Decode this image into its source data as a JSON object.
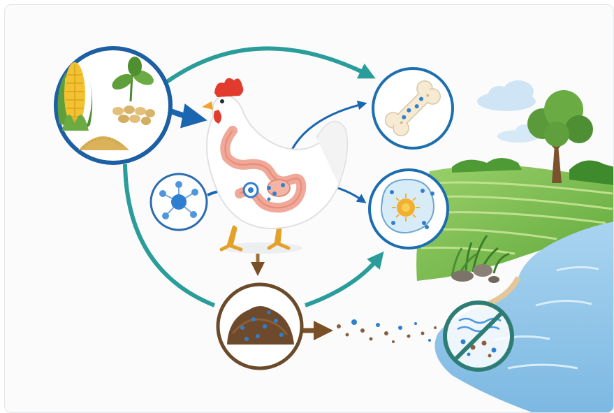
{
  "colors": {
    "feed_ring": "#1d5fa3",
    "bone_ring": "#1d6fae",
    "cell_ring": "#1c6db0",
    "phytase_ring": "#2c6cb0",
    "manure_ring": "#6b4a2a",
    "teal_arrow": "#2a9d9a",
    "blue_arrow": "#1a66b0",
    "brown_arrow": "#7a4e26",
    "phosphorus_dot": "#2f7fd0",
    "water": "#8cc3e8",
    "field": "#7fbf4a",
    "no_sign": "#2e7d74"
  },
  "icons": [
    "corn-icon",
    "soybean-plant-icon",
    "soybeans-icon",
    "grain-meal-icon",
    "chicken-icon",
    "digestive-tract-icon",
    "phytase-molecule-icon",
    "bone-icon",
    "cell-icon",
    "manure-pile-icon",
    "runoff-particles-icon",
    "no-pollution-sign-icon",
    "tree-icon",
    "cloud-icon",
    "river-icon",
    "field-icon"
  ],
  "nodes": [
    {
      "id": "feed",
      "icon": "feed-ingredients-icon"
    },
    {
      "id": "phytase",
      "icon": "phytase-molecule-icon"
    },
    {
      "id": "bone",
      "icon": "bone-icon"
    },
    {
      "id": "cell",
      "icon": "cell-icon"
    },
    {
      "id": "manure",
      "icon": "manure-pile-icon"
    },
    {
      "id": "no_pollution",
      "icon": "no-pollution-sign-icon"
    }
  ],
  "edges": [
    {
      "from": "feed",
      "to": "chicken"
    },
    {
      "from": "feed",
      "to": "bone"
    },
    {
      "from": "phytase",
      "to": "chicken"
    },
    {
      "from": "chicken",
      "to": "bone"
    },
    {
      "from": "chicken",
      "to": "cell"
    },
    {
      "from": "chicken",
      "to": "manure"
    },
    {
      "from": "feed",
      "to": "manure"
    },
    {
      "from": "manure",
      "to": "cell"
    },
    {
      "from": "manure",
      "to": "runoff"
    }
  ]
}
